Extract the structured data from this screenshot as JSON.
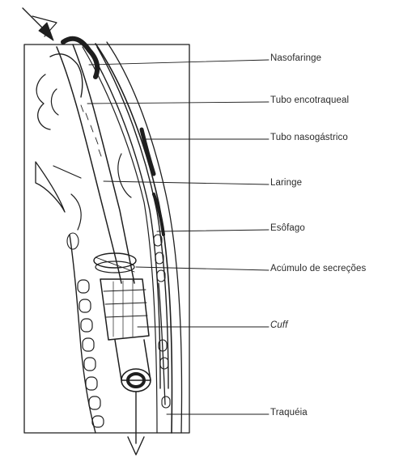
{
  "labels": [
    {
      "id": "nasofaringe",
      "text": "Nasofaringe",
      "italic": false
    },
    {
      "id": "tubo-endotraqueal",
      "text": "Tubo encotraqueal",
      "italic": false
    },
    {
      "id": "tubo-nasogastrico",
      "text": "Tubo nasogástrico",
      "italic": false
    },
    {
      "id": "laringe",
      "text": "Laringe",
      "italic": false
    },
    {
      "id": "esofago",
      "text": "Esôfago",
      "italic": false
    },
    {
      "id": "acumulo",
      "text": "Acúmulo de secreções",
      "italic": false
    },
    {
      "id": "cuff",
      "text": "Cuff",
      "italic": true
    },
    {
      "id": "traqueia",
      "text": "Traquéia",
      "italic": false
    }
  ],
  "colors": {
    "ink": "#1e1e1e",
    "paper": "#ffffff"
  }
}
